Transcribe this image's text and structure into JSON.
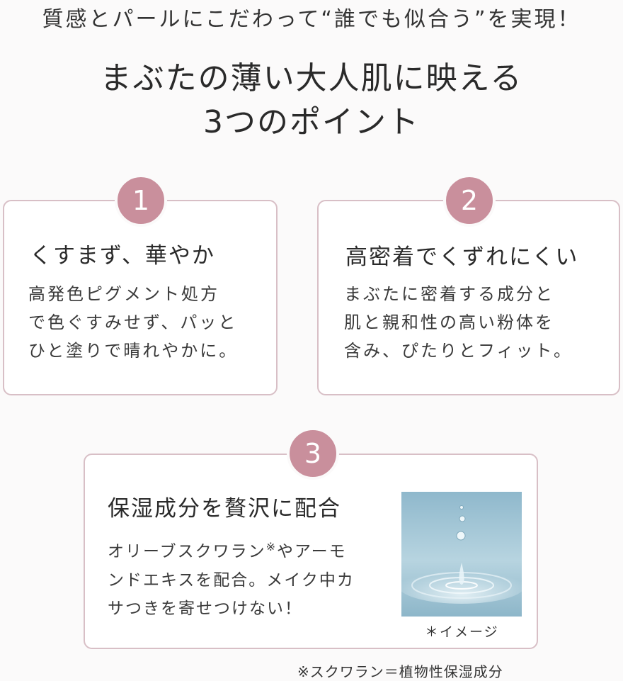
{
  "header": {
    "tagline": "質感とパールにこだわって“誰でも似合う”を実現！",
    "headline_line1": "まぶたの薄い大人肌に映える",
    "headline_line2": "3つのポイント"
  },
  "points": [
    {
      "number": "1",
      "title": "くすまず、華やか",
      "lines": [
        "高発色ピグメント処方",
        "で色ぐすみせず、パッと",
        "ひと塗りで晴れやかに。"
      ]
    },
    {
      "number": "2",
      "title": "高密着でくずれにくい",
      "lines": [
        "まぶたに密着する成分と",
        "肌と親和性の高い粉体を",
        "含み、ぴたりとフィット。"
      ]
    },
    {
      "number": "3",
      "title": "保湿成分を贅沢に配合",
      "line1_main": "オリーブスクワラン",
      "line1_sup": "※",
      "line1_rest": "やアーモ",
      "line2": "ンドエキスを配合。メイク中カ",
      "line3": "サつきを寄せつけない！",
      "image_caption": "＊イメージ"
    }
  ],
  "footnote": "※スクワラン＝植物性保湿成分",
  "colors": {
    "accent": "#c98f9c",
    "card_border": "#d8bfc6",
    "water": "#9fc3d4"
  }
}
